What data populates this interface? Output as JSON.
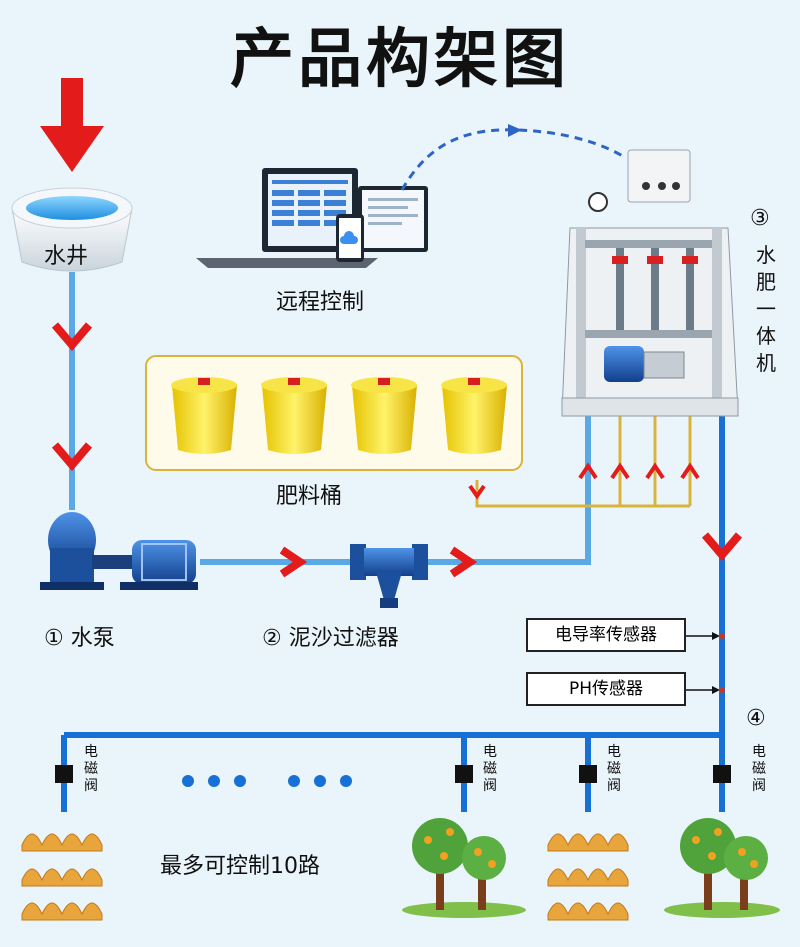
{
  "title": "产品构架图",
  "well_label": "水井",
  "remote_label": "远程控制",
  "fert_label": "肥料桶",
  "pump_label": "① 水泵",
  "filter_label": "② 泥沙过滤器",
  "machine_num": "③",
  "machine_label": "水肥一体机",
  "sensor_ec": "电导率传感器",
  "sensor_ph": "PH传感器",
  "valve_num": "④",
  "valve_label": "电磁阀",
  "max_label": "最多可控制10路",
  "colors": {
    "pipe": "#5aa9e6",
    "main_pipe": "#1670d6",
    "arrow": "#e31b1b",
    "fert_line": "#d9b43b",
    "tank": "#f2d31a",
    "tank_lid": "#d62020"
  }
}
